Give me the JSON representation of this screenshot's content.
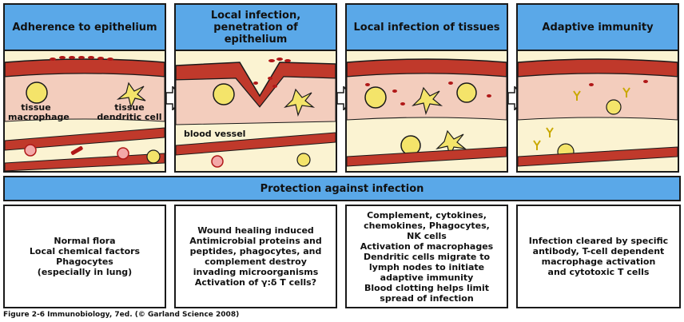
{
  "panels": [
    {
      "title": "Adherence to epithelium"
    },
    {
      "title_lines": [
        "Local infection,",
        "penetration of",
        "epithelium"
      ]
    },
    {
      "title": "Local infection of tissues"
    },
    {
      "title": "Adaptive immunity"
    }
  ],
  "labels": {
    "macrophage_1": "tissue",
    "macrophage_2": "macrophage",
    "dendritic_1": "tissue",
    "dendritic_2": "dendritic cell",
    "blood_vessel": "blood vessel"
  },
  "protection_bar": "Protection against infection",
  "protection_boxes": [
    {
      "lines": [
        "Normal flora",
        "Local chemical factors",
        "Phagocytes",
        "(especially in lung)"
      ]
    },
    {
      "lines": [
        "Wound healing induced",
        "Antimicrobial proteins and",
        "peptides, phagocytes, and",
        "complement destroy",
        "invading microorganisms",
        "Activation of γ:δ T cells?"
      ]
    },
    {
      "lines": [
        "Complement, cytokines,",
        "chemokines, Phagocytes,",
        "NK cells",
        "Activation of macrophages",
        "Dendritic cells migrate to",
        "lymph nodes to initiate",
        "adaptive immunity",
        "Blood clotting helps limit",
        "spread of infection"
      ]
    },
    {
      "lines": [
        "Infection cleared by specific",
        "antibody, T-cell dependent",
        "macrophage activation",
        "and cytotoxic T cells"
      ]
    }
  ],
  "caption": "Figure 2-6  Immunobiology, 7ed. (© Garland Science 2008)",
  "colors": {
    "header_blue": "#5aa8e8",
    "epithelium": "#c0392b",
    "tissue": "#f3cdbd",
    "subtissue": "#fbf3d2",
    "bacteria": "#b01818",
    "cell_yellow": "#f4e46a"
  }
}
